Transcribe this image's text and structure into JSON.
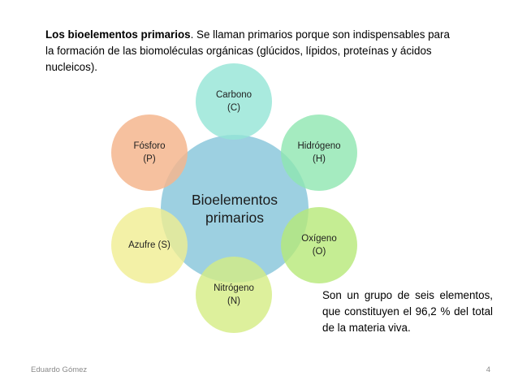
{
  "intro": {
    "bold": "Los bioelementos primarios",
    "rest": ". Se llaman primarios porque son indispensables para la formación de las biomoléculas orgánicas (glúcidos, lípidos, proteínas y ácidos nucleicos)."
  },
  "diagram": {
    "center": {
      "line1": "Bioelementos",
      "line2": "primarios",
      "color": "#92cbde"
    },
    "elements": [
      {
        "name": "Carbono",
        "symbol": "(C)",
        "color": "#93e5d6"
      },
      {
        "name": "Hidrógeno",
        "symbol": "(H)",
        "color": "#8fe6b0"
      },
      {
        "name": "Oxígeno",
        "symbol": "(O)",
        "color": "#b7e878"
      },
      {
        "name": "Nitrógeno",
        "symbol": "(N)",
        "color": "#d4ec83"
      },
      {
        "name": "Azufre (S)",
        "symbol": "",
        "color": "#f0ee91"
      },
      {
        "name": "Fósforo",
        "symbol": "(P)",
        "color": "#f5b68e"
      }
    ]
  },
  "note": "Son un grupo de seis elementos, que constituyen el 96,2 % del total de la materia viva.",
  "footer": {
    "author": "Eduardo Gómez",
    "page": "4"
  }
}
